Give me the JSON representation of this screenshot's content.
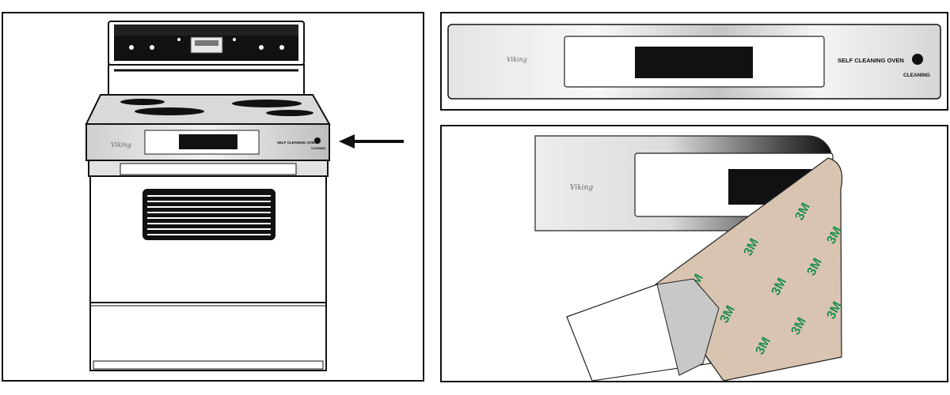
{
  "range_panel": {
    "brand": "Viking",
    "label_self_cleaning": "SELF CLEANING OVEN",
    "label_cleaning": "CLEANING"
  },
  "tape": {
    "logo_text": "3M"
  },
  "colors": {
    "outline": "#111111",
    "display": "#111111",
    "tape_backing": "#d8c4b0",
    "tape_print": "#1f8f4e",
    "steel_light": "#f4f4f4",
    "steel_dark": "#777777"
  }
}
